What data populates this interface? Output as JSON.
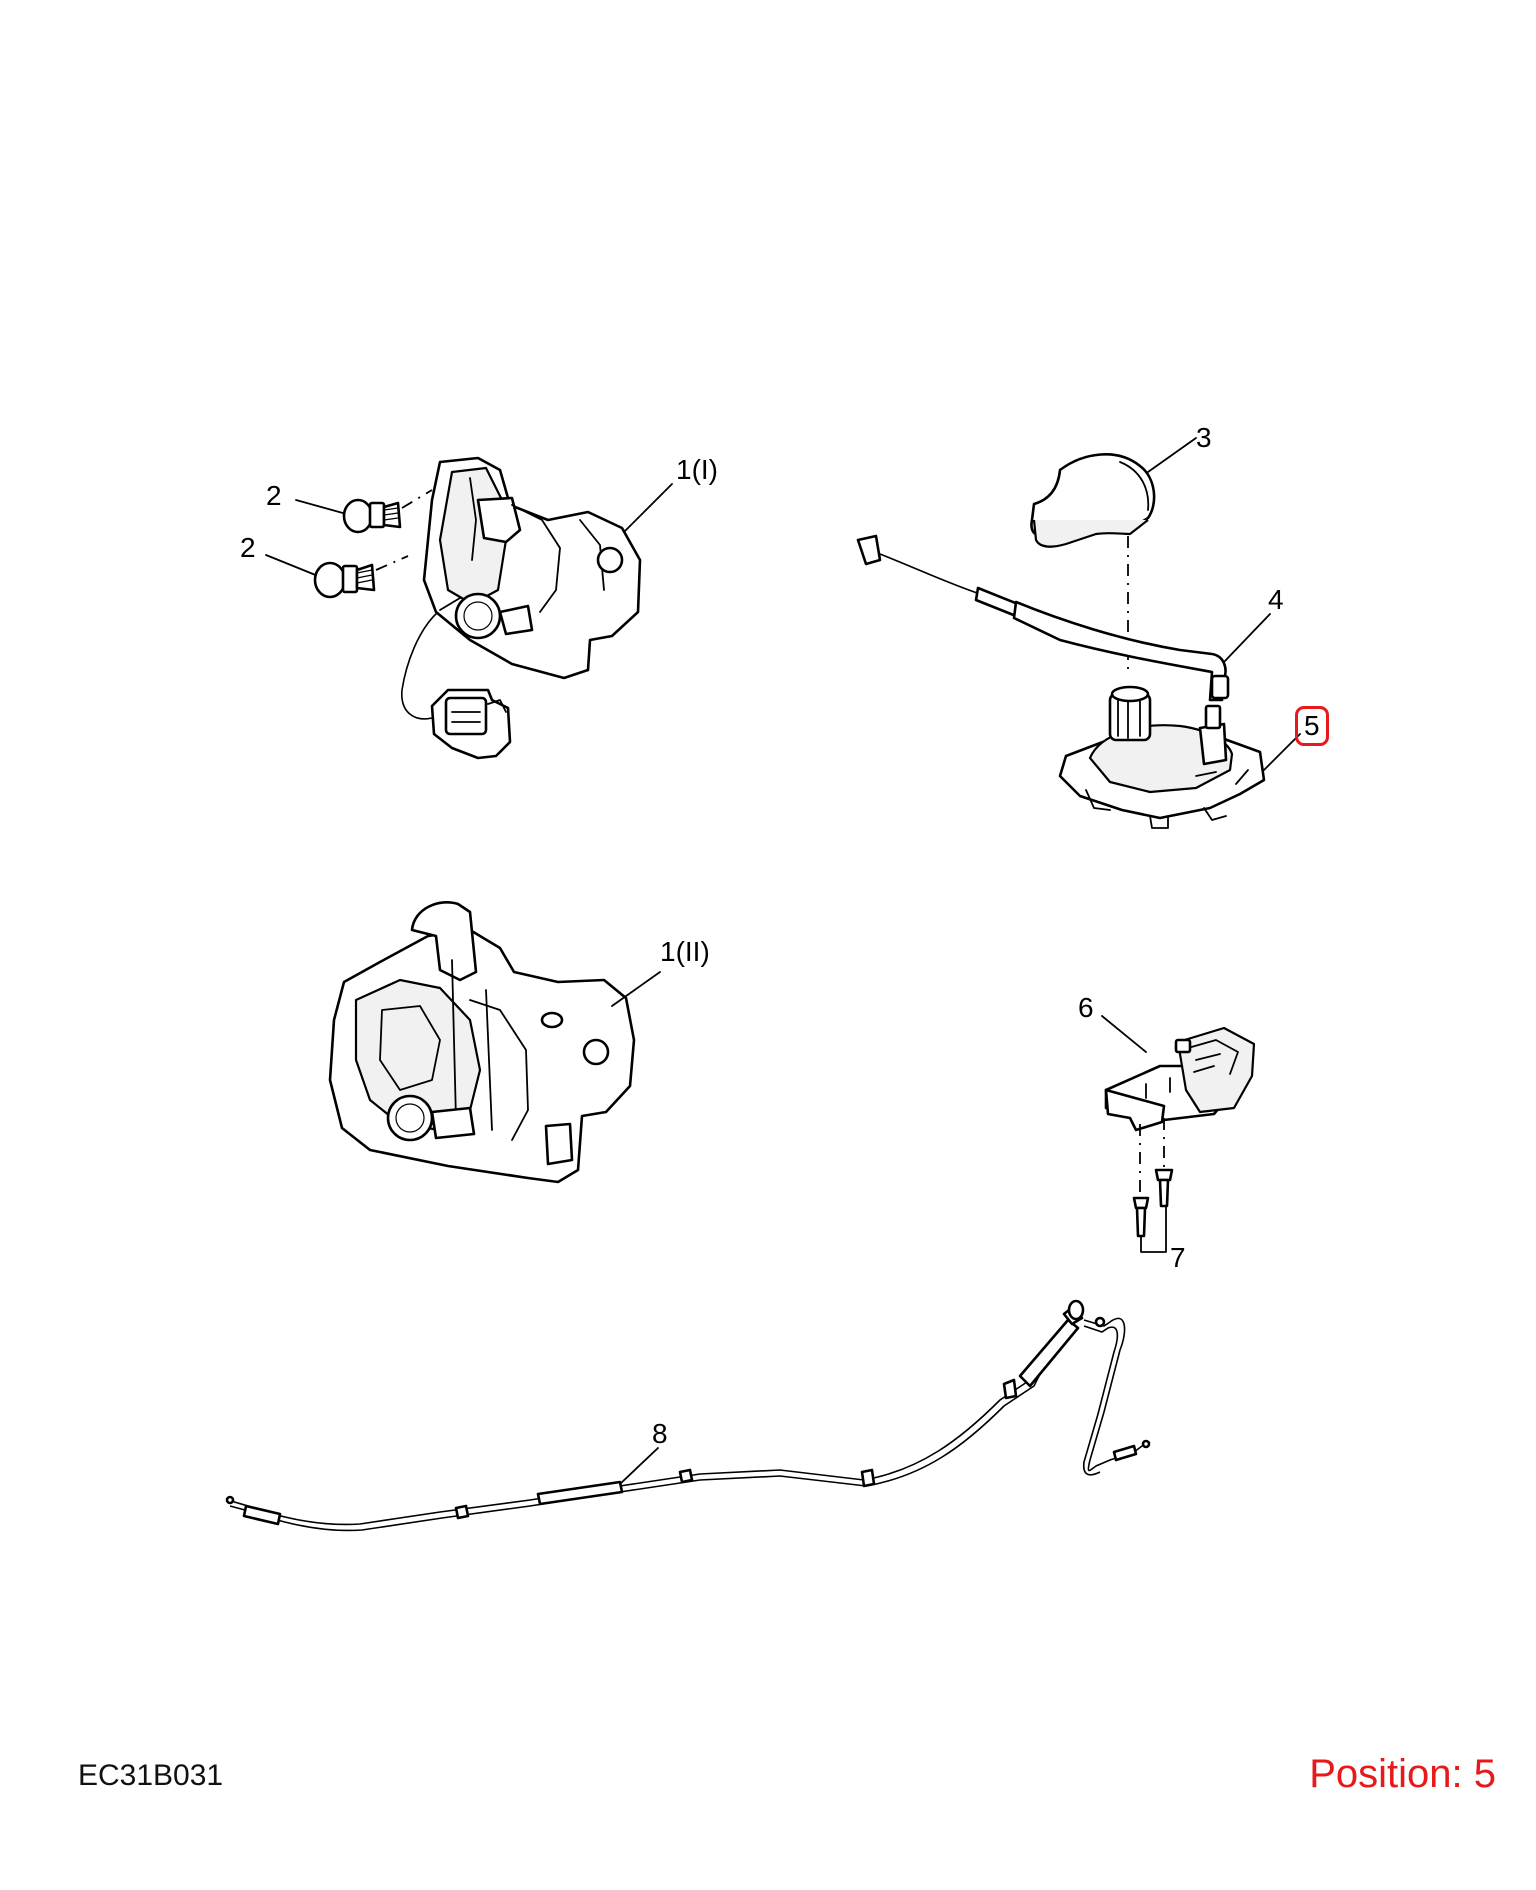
{
  "diagram": {
    "code": "EC31B031",
    "position_label": "Position: 5",
    "highlight_color": "#e8191a",
    "callouts": [
      {
        "id": "1-i",
        "label": "1(I)"
      },
      {
        "id": "2-a",
        "label": "2"
      },
      {
        "id": "2-b",
        "label": "2"
      },
      {
        "id": "3",
        "label": "3"
      },
      {
        "id": "4",
        "label": "4"
      },
      {
        "id": "5",
        "label": "5",
        "highlighted": true
      },
      {
        "id": "1-ii",
        "label": "1(II)"
      },
      {
        "id": "6",
        "label": "6"
      },
      {
        "id": "7",
        "label": "7"
      },
      {
        "id": "8",
        "label": "8"
      }
    ]
  }
}
